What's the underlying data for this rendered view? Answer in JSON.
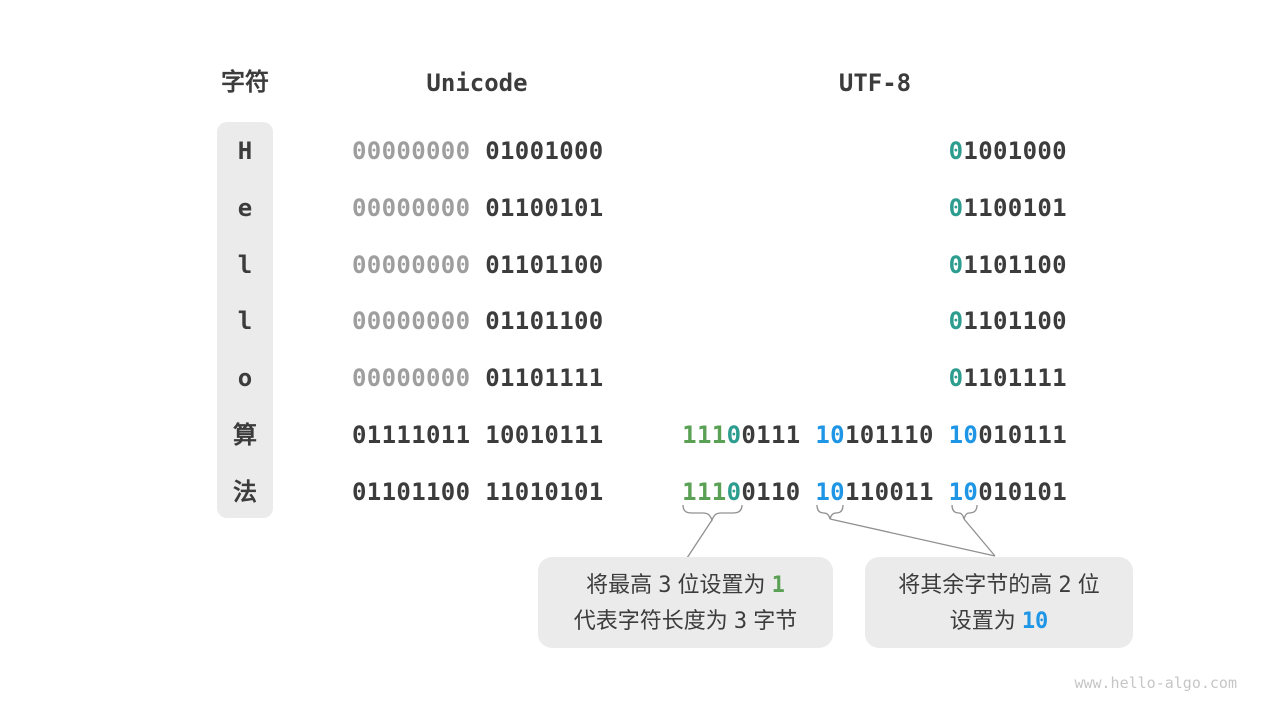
{
  "page": {
    "watermark": "www.hello-algo.com"
  },
  "colors": {
    "dark": "#3c3c3c",
    "gray": "#9e9e9e",
    "teal": "#2d9d8f",
    "green": "#5aa055",
    "blue": "#1e96e5",
    "box_bg": "#ebebeb",
    "line": "#909090",
    "watermark": "#c6c6c6"
  },
  "headers": {
    "char_label": "字符",
    "unicode_label": "Unicode",
    "utf8_label": "UTF-8"
  },
  "table": {
    "rows": [
      {
        "char": "H",
        "unicode": [
          {
            "t": "00000000 ",
            "c": "gray"
          },
          {
            "t": "01001000",
            "c": "dark"
          }
        ],
        "utf8": [
          {
            "t": "0",
            "c": "teal"
          },
          {
            "t": "1001000",
            "c": "dark"
          }
        ]
      },
      {
        "char": "e",
        "unicode": [
          {
            "t": "00000000 ",
            "c": "gray"
          },
          {
            "t": "01100101",
            "c": "dark"
          }
        ],
        "utf8": [
          {
            "t": "0",
            "c": "teal"
          },
          {
            "t": "1100101",
            "c": "dark"
          }
        ]
      },
      {
        "char": "l",
        "unicode": [
          {
            "t": "00000000 ",
            "c": "gray"
          },
          {
            "t": "01101100",
            "c": "dark"
          }
        ],
        "utf8": [
          {
            "t": "0",
            "c": "teal"
          },
          {
            "t": "1101100",
            "c": "dark"
          }
        ]
      },
      {
        "char": "l",
        "unicode": [
          {
            "t": "00000000 ",
            "c": "gray"
          },
          {
            "t": "01101100",
            "c": "dark"
          }
        ],
        "utf8": [
          {
            "t": "0",
            "c": "teal"
          },
          {
            "t": "1101100",
            "c": "dark"
          }
        ]
      },
      {
        "char": "o",
        "unicode": [
          {
            "t": "00000000 ",
            "c": "gray"
          },
          {
            "t": "01101111",
            "c": "dark"
          }
        ],
        "utf8": [
          {
            "t": "0",
            "c": "teal"
          },
          {
            "t": "1101111",
            "c": "dark"
          }
        ]
      },
      {
        "char": "算",
        "unicode": [
          {
            "t": "01111011 10010111",
            "c": "dark"
          }
        ],
        "utf8": [
          {
            "t": "111",
            "c": "green"
          },
          {
            "t": "0",
            "c": "teal"
          },
          {
            "t": "0111 ",
            "c": "dark"
          },
          {
            "t": "10",
            "c": "blue"
          },
          {
            "t": "101110 ",
            "c": "dark"
          },
          {
            "t": "10",
            "c": "blue"
          },
          {
            "t": "010111",
            "c": "dark"
          }
        ]
      },
      {
        "char": "法",
        "unicode": [
          {
            "t": "01101100 11010101",
            "c": "dark"
          }
        ],
        "utf8": [
          {
            "t": "111",
            "c": "green"
          },
          {
            "t": "0",
            "c": "teal"
          },
          {
            "t": "0110 ",
            "c": "dark"
          },
          {
            "t": "10",
            "c": "blue"
          },
          {
            "t": "110011 ",
            "c": "dark"
          },
          {
            "t": "10",
            "c": "blue"
          },
          {
            "t": "010101",
            "c": "dark"
          }
        ]
      }
    ]
  },
  "callouts": [
    {
      "id": "prefix",
      "lines": [
        [
          {
            "t": "将最高 ",
            "c": "plain"
          },
          {
            "t": "3",
            "c": "num"
          },
          {
            "t": " 位设置为 ",
            "c": "plain"
          },
          {
            "t": "1",
            "c": "green"
          }
        ],
        [
          {
            "t": "代表字符长度为 ",
            "c": "plain"
          },
          {
            "t": "3",
            "c": "num"
          },
          {
            "t": " 字节",
            "c": "plain"
          }
        ]
      ]
    },
    {
      "id": "continuation",
      "lines": [
        [
          {
            "t": "将其余字节的高 ",
            "c": "plain"
          },
          {
            "t": "2",
            "c": "num"
          },
          {
            "t": " 位",
            "c": "plain"
          }
        ],
        [
          {
            "t": "设置为 ",
            "c": "plain"
          },
          {
            "t": "10",
            "c": "blue"
          }
        ]
      ]
    }
  ]
}
